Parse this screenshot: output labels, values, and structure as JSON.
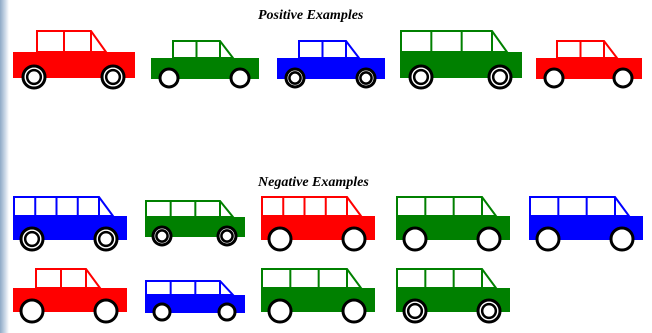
{
  "positive_title": "Positive Examples",
  "negative_title": "Negative Examples",
  "colors": {
    "red": "#ff0000",
    "green": "#008000",
    "blue": "#0000ff",
    "outline": "#000000",
    "window": "#ffffff"
  },
  "positive_cars": [
    {
      "color": "red",
      "windows": 2,
      "wheels": "double"
    },
    {
      "color": "green",
      "windows": 2,
      "wheels": "solid"
    },
    {
      "color": "blue",
      "windows": 2,
      "wheels": "double"
    },
    {
      "color": "green",
      "windows": 3,
      "wheels": "double"
    },
    {
      "color": "red",
      "windows": 2,
      "wheels": "solid"
    }
  ],
  "negative_cars": [
    {
      "color": "blue",
      "windows": 4,
      "wheels": "double"
    },
    {
      "color": "green",
      "windows": 3,
      "wheels": "double"
    },
    {
      "color": "red",
      "windows": 4,
      "wheels": "solid"
    },
    {
      "color": "green",
      "windows": 3,
      "wheels": "solid"
    },
    {
      "color": "blue",
      "windows": 3,
      "wheels": "solid"
    },
    {
      "color": "red",
      "windows": 2,
      "wheels": "solid"
    },
    {
      "color": "blue",
      "windows": 3,
      "wheels": "solid"
    },
    {
      "color": "green",
      "windows": 3,
      "wheels": "solid"
    },
    {
      "color": "green",
      "windows": 3,
      "wheels": "double"
    }
  ]
}
